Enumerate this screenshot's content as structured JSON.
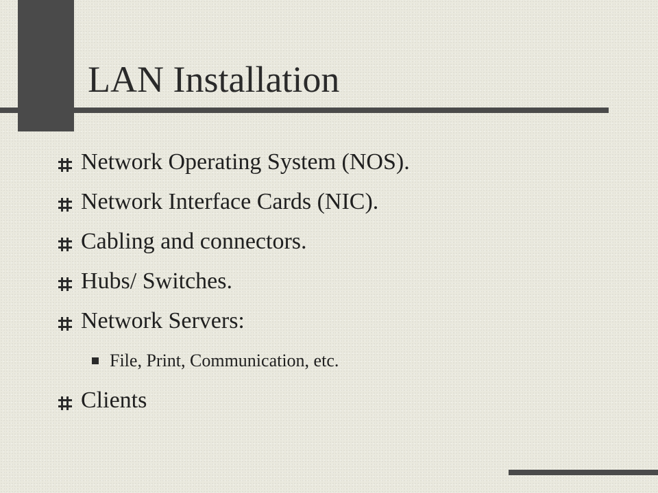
{
  "slide": {
    "title": "LAN Installation",
    "bullets": [
      {
        "text": "Network Operating System (NOS)."
      },
      {
        "text": "Network Interface Cards (NIC)."
      },
      {
        "text": "Cabling and connectors."
      },
      {
        "text": "Hubs/ Switches."
      },
      {
        "text": "Network Servers:"
      },
      {
        "text": "Clients"
      }
    ],
    "sub_bullets": [
      {
        "text": "File, Print, Communication, etc."
      }
    ]
  },
  "colors": {
    "background": "#eae9de",
    "accent": "#4a4a4a",
    "text": "#202020"
  },
  "icons": {
    "bullet": "hash-bullet-icon",
    "sub_bullet": "square-bullet-icon"
  }
}
